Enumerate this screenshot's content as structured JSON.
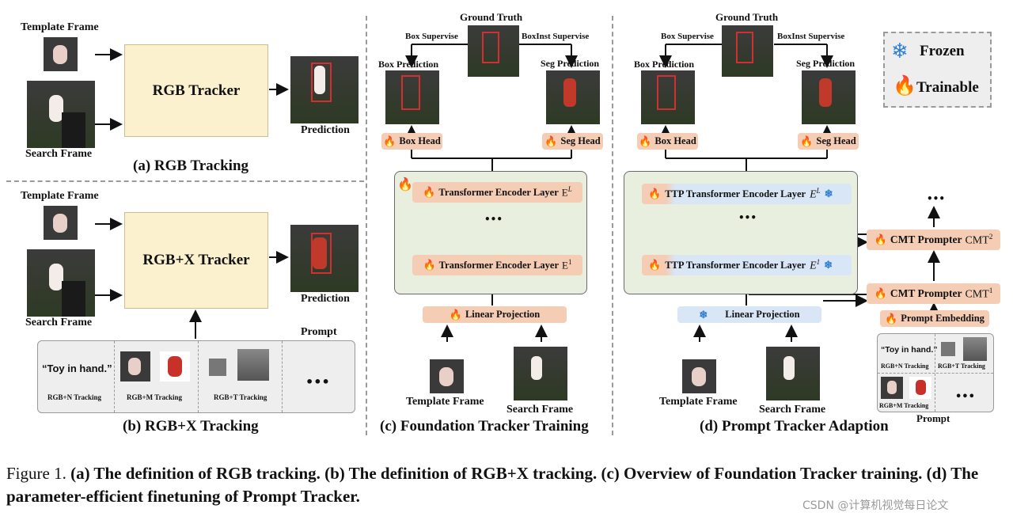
{
  "panel_a": {
    "template_label": "Template Frame",
    "search_label": "Search Frame",
    "tracker_label": "RGB Tracker",
    "prediction_label": "Prediction",
    "caption": "(a) RGB Tracking"
  },
  "panel_b": {
    "template_label": "Template Frame",
    "search_label": "Search Frame",
    "tracker_label": "RGB+X Tracker",
    "prediction_label": "Prediction",
    "prompt_label": "Prompt",
    "prompt_text": "“Toy in hand.”",
    "n_tracking": "RGB+N Tracking",
    "m_tracking": "RGB+M Tracking",
    "t_tracking": "RGB+T Tracking",
    "more": "•••",
    "caption": "(b) RGB+X Tracking"
  },
  "panel_c": {
    "ground_truth": "Ground Truth",
    "box_supervise": "Box Supervise",
    "boxinst_supervise": "BoxInst Supervise",
    "box_prediction": "Box Prediction",
    "seg_prediction": "Seg Prediction",
    "box_head": "Box Head",
    "seg_head": "Seg Head",
    "encoder_top": "Transformer Encoder Layer",
    "encoder_top_sym": "E",
    "encoder_top_sup": "L",
    "encoder_bottom": "Transformer Encoder Layer",
    "encoder_bottom_sym": "E",
    "encoder_bottom_sup": "1",
    "dots": "•••",
    "linear_projection": "Linear Projection",
    "template_label": "Template Frame",
    "search_label": "Search Frame",
    "caption": "(c) Foundation Tracker Training"
  },
  "panel_d": {
    "ground_truth": "Ground Truth",
    "box_supervise": "Box Supervise",
    "boxinst_supervise": "BoxInst Supervise",
    "box_prediction": "Box Prediction",
    "seg_prediction": "Seg Prediction",
    "box_head": "Box Head",
    "seg_head": "Seg Head",
    "ttp_top": "TTP Transformer Encoder Layer",
    "ttp_top_sym": "E",
    "ttp_top_sup": "L",
    "ttp_bottom": "TTP Transformer Encoder Layer",
    "ttp_bottom_sym": "E",
    "ttp_bottom_sup": "1",
    "dots": "•••",
    "linear_projection": "Linear Projection",
    "cmt2": "CMT Prompter",
    "cmt2_sym": "CMT",
    "cmt2_sup": "2",
    "cmt1": "CMT Prompter",
    "cmt1_sym": "CMT",
    "cmt1_sup": "1",
    "prompt_embedding": "Prompt Embedding",
    "prompt_text": "“Toy in hand.”",
    "n_tracking": "RGB+N Tracking",
    "t_tracking": "RGB+T Tracking",
    "m_tracking": "RGB+M Tracking",
    "prompt_label": "Prompt",
    "more": "•••",
    "template_label": "Template Frame",
    "search_label": "Search Frame",
    "caption": "(d) Prompt Tracker Adaption"
  },
  "legend": {
    "frozen": "Frozen",
    "trainable": "Trainable"
  },
  "figure_caption": {
    "prefix": "Figure 1.",
    "body": "(a) The definition of RGB tracking. (b) The definition of RGB+X tracking. (c) Overview of Foundation Tracker training. (d) The parameter-efficient finetuning of Prompt Tracker."
  },
  "watermark": "CSDN @计算机视觉每日论文",
  "colors": {
    "trainable": "#c8241b",
    "frozen": "#2f7fd1",
    "tracker_box": "#fbf1cf",
    "head_pill": "#f4cdb4",
    "frozen_pill": "#d8e6f6",
    "encoder_panel": "#e8efdf"
  }
}
